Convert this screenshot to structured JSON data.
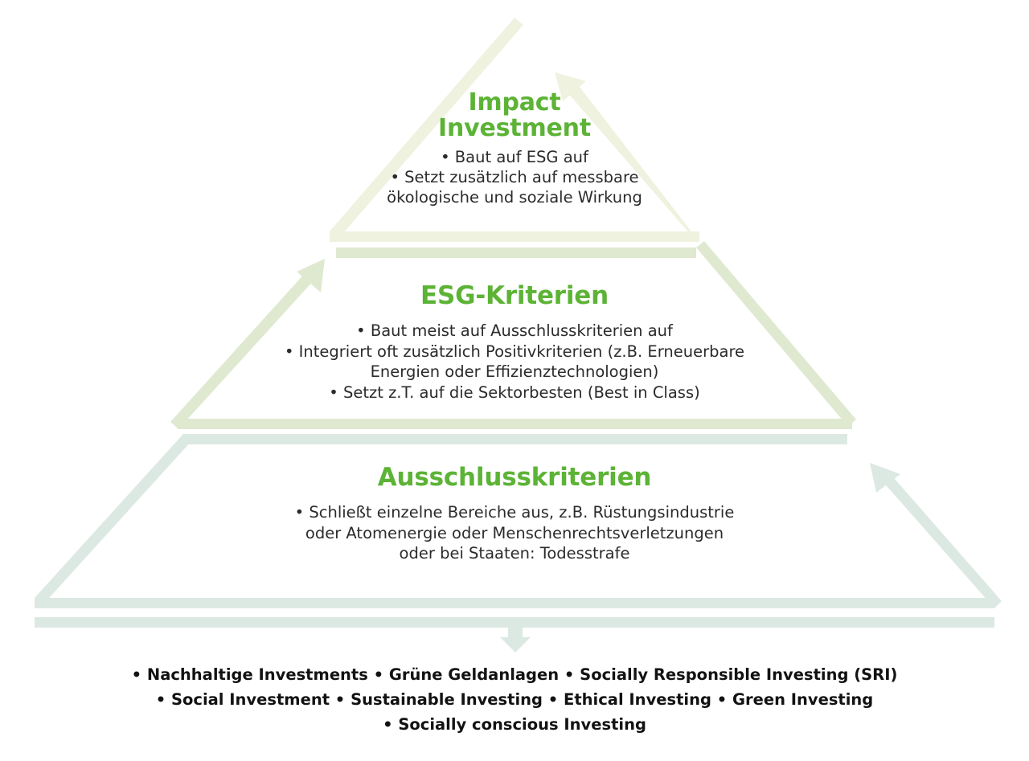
{
  "diagram": {
    "type": "pyramid",
    "title_visible": false,
    "colors": {
      "heading_green": "#5cb335",
      "body_text": "#2b2b2b",
      "footer_text": "#121212",
      "tier1_stroke": "#eff2df",
      "tier2_stroke": "#dfe9d0",
      "tier3_stroke": "#dce9e3",
      "background": "#ffffff"
    },
    "tiers": [
      {
        "id": "impact",
        "level": 1,
        "heading_lines": [
          "Impact",
          "Investment"
        ],
        "heading": "Impact Investment",
        "body_lines": [
          "• Baut auf ESG auf",
          "• Setzt zusätzlich auf messbare",
          "ökologische und soziale Wirkung"
        ],
        "arrow": "up-left-arrowhead-on-right-edge"
      },
      {
        "id": "esg",
        "level": 2,
        "heading_lines": [
          "ESG-Kriterien"
        ],
        "heading": "ESG-Kriterien",
        "body_lines": [
          "• Baut meist auf Ausschlusskriterien auf",
          "• Integriert oft zusätzlich Positivkriterien (z.B. Erneuerbare",
          "Energien oder Effizienztechnologien)",
          "• Setzt z.T. auf die Sektorbesten (Best in Class)"
        ],
        "arrow": "up-right-arrowhead-on-left-edge"
      },
      {
        "id": "ausschluss",
        "level": 3,
        "heading_lines": [
          "Ausschlusskriterien"
        ],
        "heading": "Ausschlusskriterien",
        "body_lines": [
          "• Schließt einzelne Bereiche aus, z.B. Rüstungsindustrie",
          "oder Atomenergie oder Menschenrechtsverletzungen",
          "oder bei Staaten: Todesstrafe"
        ],
        "arrow": "up-left-arrowhead-on-right-edge"
      }
    ]
  },
  "footer": {
    "lines": [
      "• Nachhaltige Investments • Grüne Geldanlagen • Socially Responsible Investing (SRI)",
      "• Social Investment • Sustainable Investing • Ethical Investing • Green Investing",
      "• Socially conscious Investing"
    ]
  }
}
